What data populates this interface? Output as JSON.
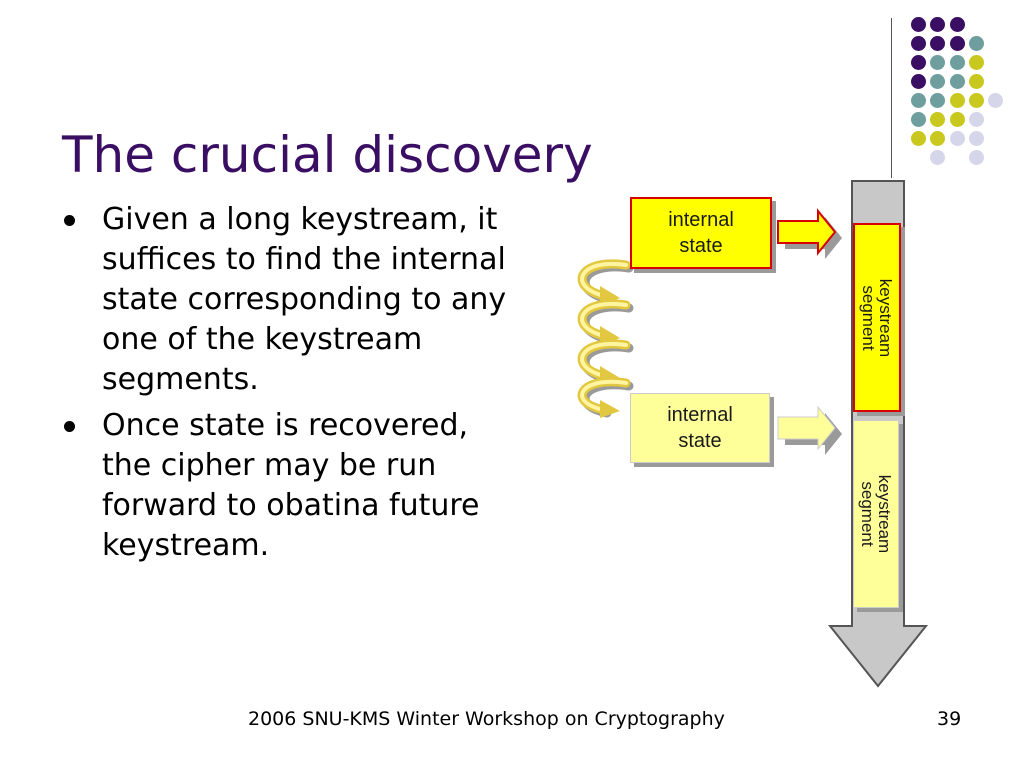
{
  "slide": {
    "title": "The crucial discovery",
    "bullets": [
      "Given a long keystream, it suffices to find the internal state corresponding to any one of the keystream segments.",
      "Once state is recovered, the cipher may be run forward to obatina future keystream."
    ],
    "footer": "2006 SNU-KMS Winter Workshop on Cryptography",
    "page_number": "39"
  },
  "diagram": {
    "state_top_line1": "internal",
    "state_top_line2": "state",
    "state_bottom_line1": "internal",
    "state_bottom_line2": "state",
    "segment_top_line1": "keystream",
    "segment_top_line2": "segment",
    "segment_bottom_line1": "keystream",
    "segment_bottom_line2": "segment"
  },
  "colors": {
    "title": "#3a0f63",
    "dot_purple": "#3a0f63",
    "dot_teal": "#6f9e9e",
    "dot_olive": "#c8c81e",
    "dot_lavender": "#d6d6ea",
    "highlight_fill": "#ffff00",
    "highlight_border": "#d60000",
    "pale_fill": "#ffff99",
    "arrow_gray": "#c0c0c0"
  }
}
